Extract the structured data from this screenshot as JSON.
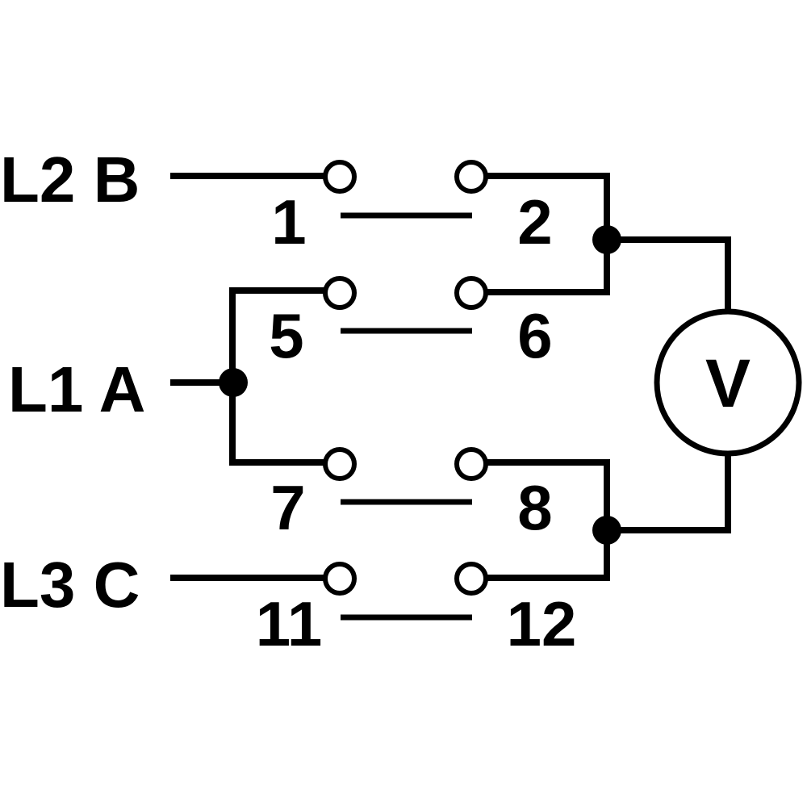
{
  "lines": {
    "l2": "L2 B",
    "l1": "L1 A",
    "l3": "L3 C"
  },
  "terminals": {
    "t1": "1",
    "t2": "2",
    "t5": "5",
    "t6": "6",
    "t7": "7",
    "t8": "8",
    "t11": "11",
    "t12": "12"
  },
  "meter": {
    "symbol": "V"
  }
}
